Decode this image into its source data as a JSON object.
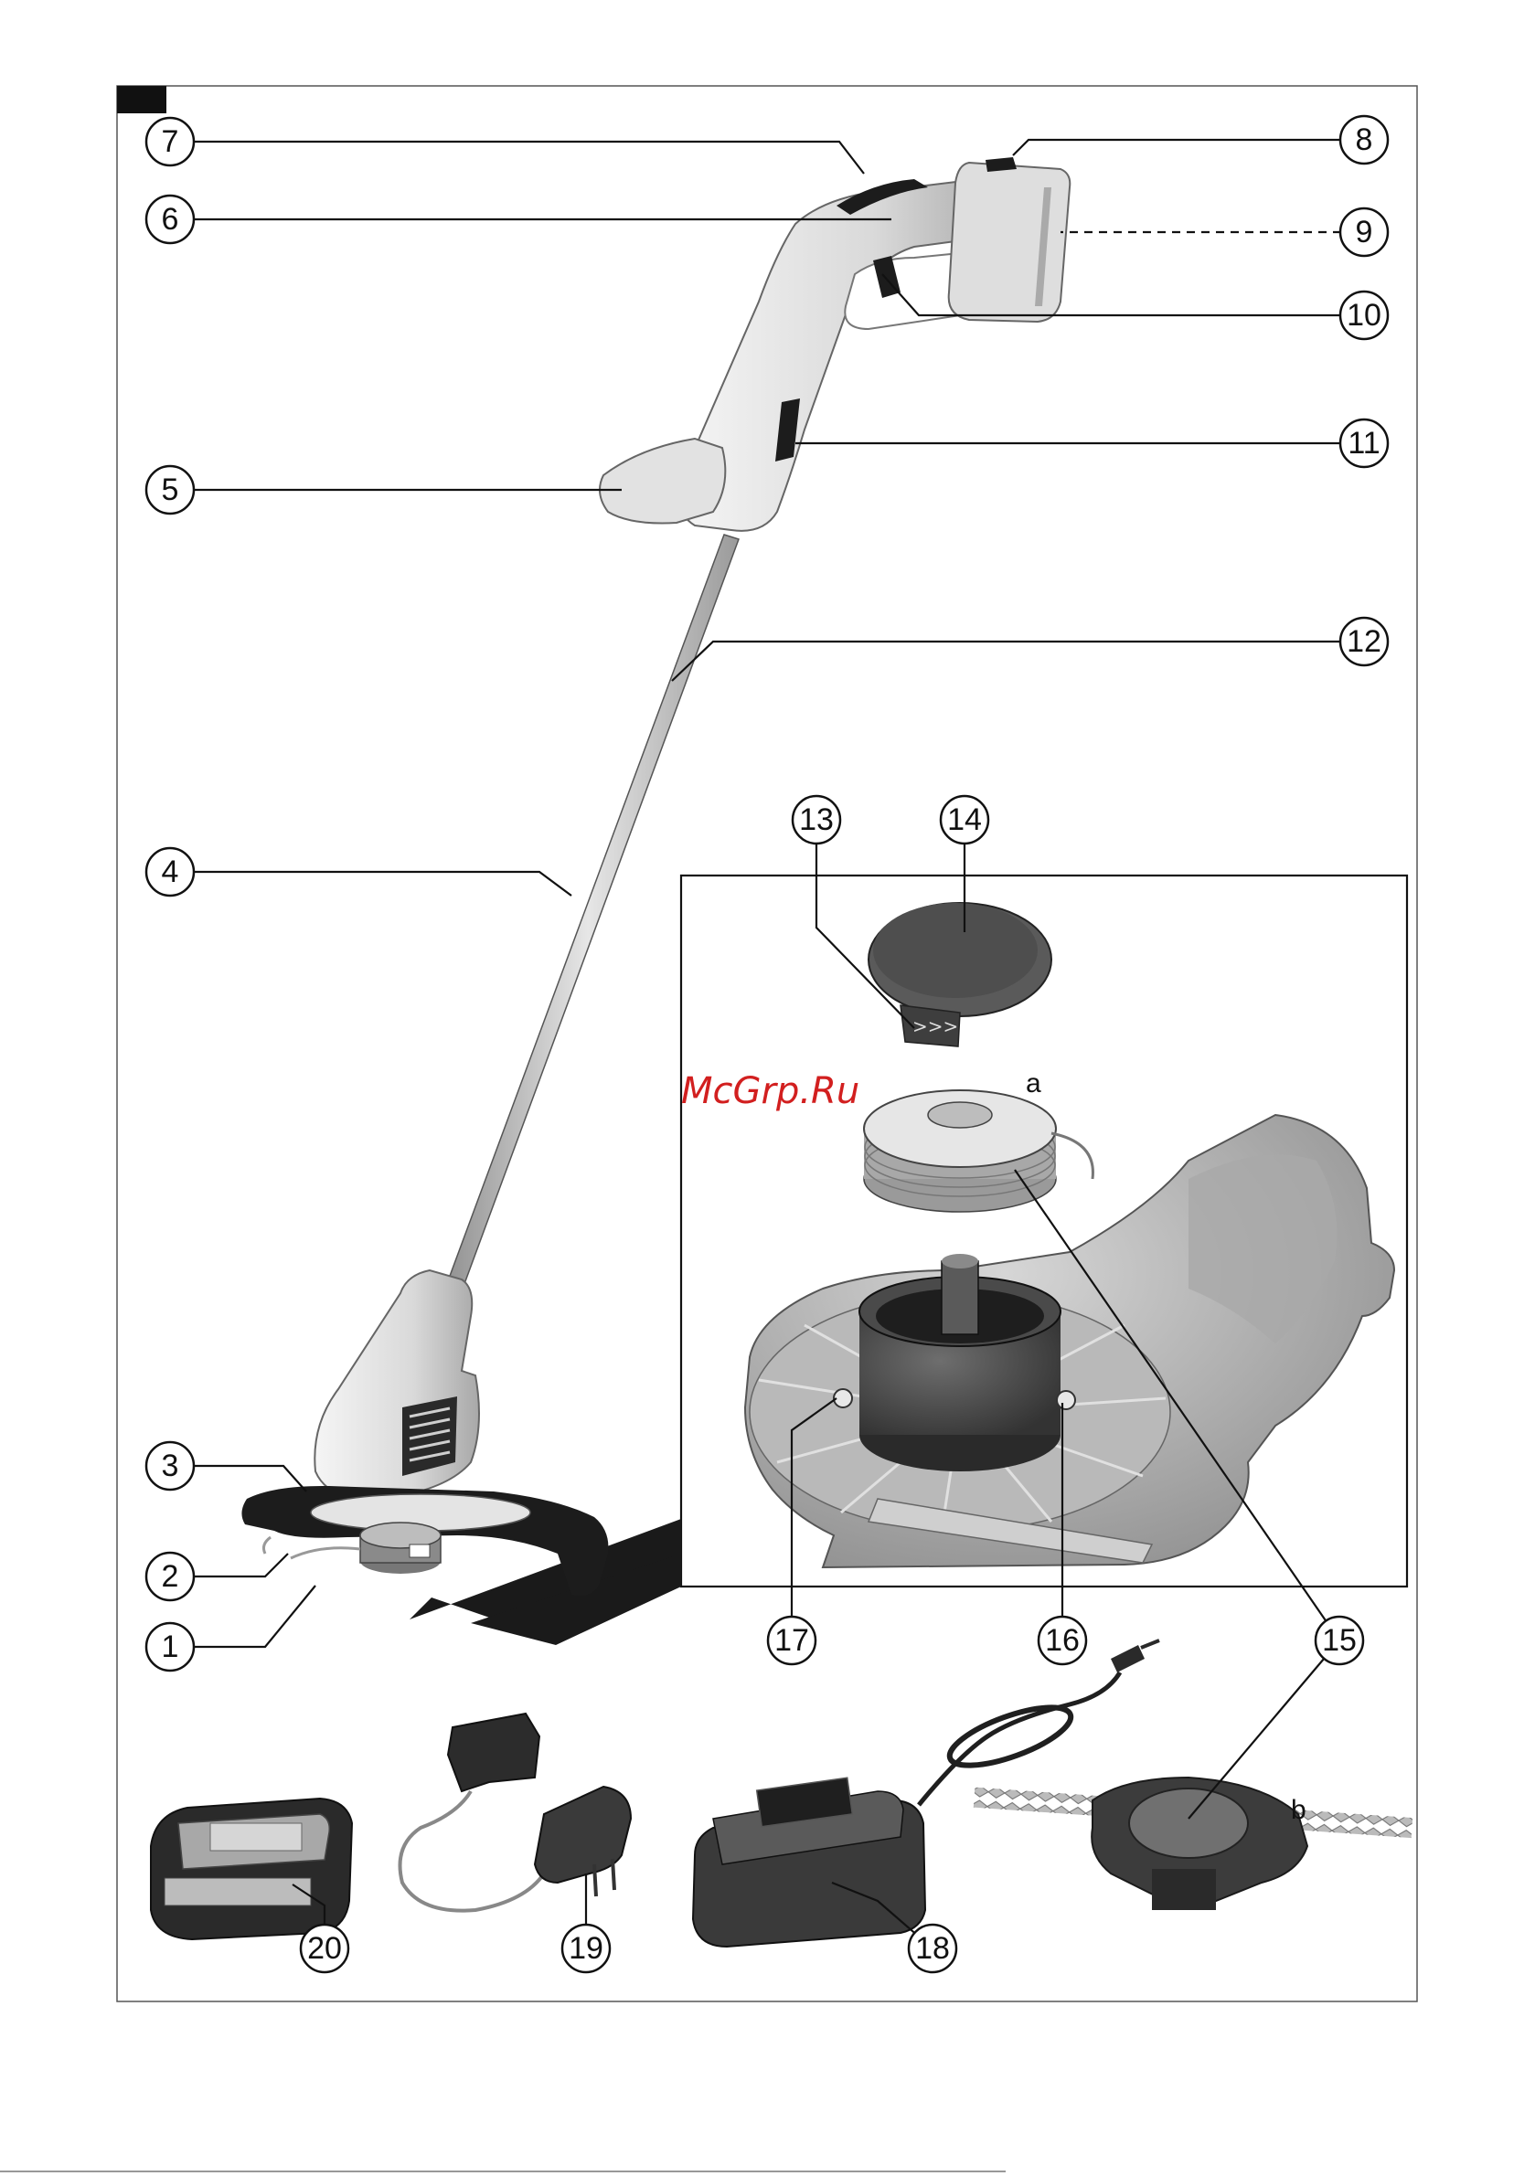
{
  "watermark": "McGrp.Ru",
  "callouts": [
    {
      "id": "c1",
      "label": "1"
    },
    {
      "id": "c2",
      "label": "2"
    },
    {
      "id": "c3",
      "label": "3"
    },
    {
      "id": "c4",
      "label": "4"
    },
    {
      "id": "c5",
      "label": "5"
    },
    {
      "id": "c6",
      "label": "6"
    },
    {
      "id": "c7",
      "label": "7"
    },
    {
      "id": "c8",
      "label": "8"
    },
    {
      "id": "c9",
      "label": "9"
    },
    {
      "id": "c10",
      "label": "10"
    },
    {
      "id": "c11",
      "label": "11"
    },
    {
      "id": "c12",
      "label": "12"
    },
    {
      "id": "c13",
      "label": "13"
    },
    {
      "id": "c14",
      "label": "14"
    },
    {
      "id": "c15",
      "label": "15"
    },
    {
      "id": "c16",
      "label": "16"
    },
    {
      "id": "c17",
      "label": "17"
    },
    {
      "id": "c18",
      "label": "18"
    },
    {
      "id": "c19",
      "label": "19"
    },
    {
      "id": "c20",
      "label": "20"
    }
  ],
  "letters": {
    "a": "a",
    "b": "b"
  },
  "colors": {
    "line": "#111111",
    "body_light": "#e8e8e8",
    "body_mid": "#bdbdbd",
    "body_dark": "#6a6a6a",
    "black_parts": "#1c1c1c",
    "watermark": "#d21f1f"
  }
}
